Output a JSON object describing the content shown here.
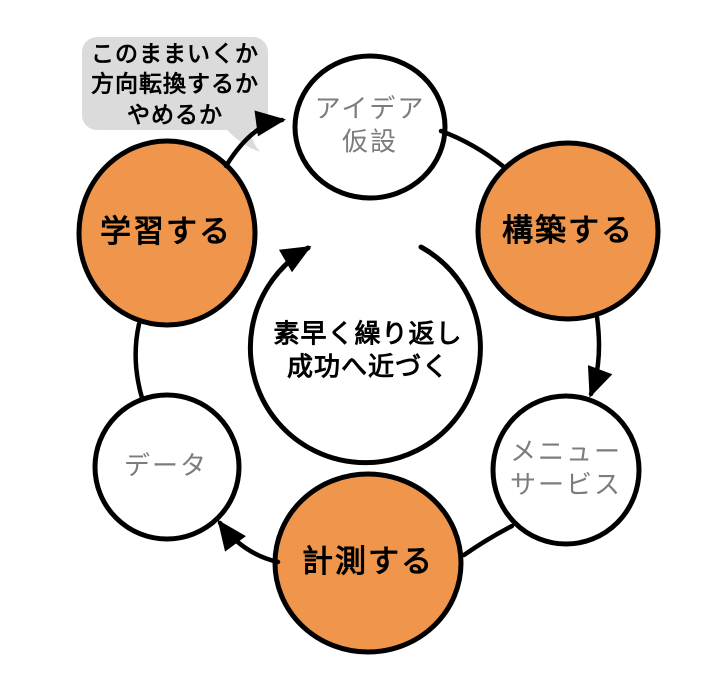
{
  "diagram": {
    "speech_bubble": {
      "text": "このままいくか\n方向転換するか\nやめるか"
    },
    "center_message": {
      "text": "素早く繰り返し\n成功へ近づく"
    },
    "nodes": [
      {
        "id": "idea",
        "label": "アイデア\n仮設",
        "style": "plain",
        "position": "top"
      },
      {
        "id": "build",
        "label": "構築する",
        "style": "accent",
        "position": "top-right"
      },
      {
        "id": "menu",
        "label": "メニュー\nサービス",
        "style": "plain",
        "position": "bottom-right"
      },
      {
        "id": "measure",
        "label": "計測する",
        "style": "accent",
        "position": "bottom"
      },
      {
        "id": "data",
        "label": "データ",
        "style": "plain",
        "position": "bottom-left"
      },
      {
        "id": "learn",
        "label": "学習する",
        "style": "accent",
        "position": "top-left"
      }
    ],
    "flow_order": [
      "学習する",
      "アイデア仮設",
      "構築する",
      "メニューサービス",
      "計測する",
      "データ"
    ],
    "colors": {
      "accent_fill": "#F0964C",
      "plain_fill": "#FFFFFF",
      "stroke": "#000000",
      "bubble_fill": "#DBDBDB",
      "muted_text": "#7C7C7C"
    }
  }
}
